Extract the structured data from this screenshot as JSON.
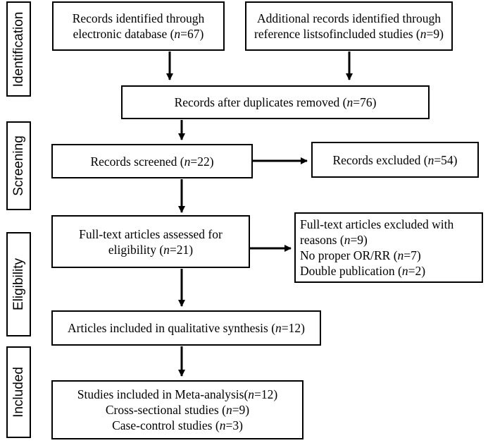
{
  "phases": [
    {
      "id": "identification",
      "label": "Identification"
    },
    {
      "id": "screening",
      "label": "Screening"
    },
    {
      "id": "eligibility",
      "label": "Eligibility"
    },
    {
      "id": "included",
      "label": "Included"
    }
  ],
  "boxes": {
    "database": {
      "lines": [
        {
          "text": "Records identified through"
        },
        {
          "text": "electronic database (",
          "n": "n",
          "rest": "=67)"
        }
      ]
    },
    "additional": {
      "lines": [
        {
          "text": "Additional records identified through"
        },
        {
          "text": "reference listsofincluded studies (",
          "n": "n",
          "rest": "=9)"
        }
      ]
    },
    "deduplicated": {
      "lines": [
        {
          "text": "Records after duplicates removed (",
          "n": "n",
          "rest": "=76)"
        }
      ]
    },
    "screened": {
      "lines": [
        {
          "text": "Records screened (",
          "n": "n",
          "rest": "=22)"
        }
      ]
    },
    "excluded": {
      "lines": [
        {
          "text": "Records excluded (",
          "n": "n",
          "rest": "=54)"
        }
      ]
    },
    "fulltext": {
      "lines": [
        {
          "text": "Full-text articles assessed for"
        },
        {
          "text": "eligibility (",
          "n": "n",
          "rest": "=21)"
        }
      ]
    },
    "fulltext_excluded": {
      "lines": [
        {
          "text": "Full-text articles excluded with"
        },
        {
          "text": "reasons (",
          "n": "n",
          "rest": "=9)"
        },
        {
          "text": "No proper OR/RR (",
          "n": "n",
          "rest": "=7)"
        },
        {
          "text": "Double publication (",
          "n": "n",
          "rest": "=2)"
        }
      ]
    },
    "qualitative": {
      "lines": [
        {
          "text": "Articles included in qualitative synthesis (",
          "n": "n",
          "rest": "=12)"
        }
      ]
    },
    "meta": {
      "lines": [
        {
          "text": "Studies included in Meta-analysis(",
          "n": "n",
          "rest": "=12)"
        },
        {
          "text": "Cross-sectional studies (",
          "n": "n",
          "rest": "=9)"
        },
        {
          "text": "Case-control studies (",
          "n": "n",
          "rest": "=3)"
        }
      ]
    }
  },
  "colors": {
    "stroke": "#000000",
    "background": "#ffffff"
  }
}
